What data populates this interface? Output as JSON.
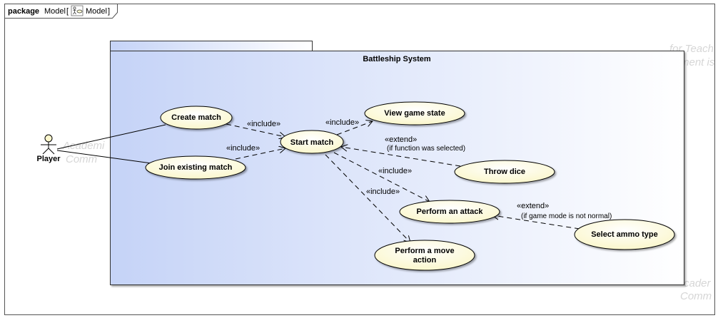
{
  "frame": {
    "keyword": "package",
    "name": "Model",
    "bracket_open": "[",
    "diagram_name": "Model",
    "bracket_close": "]"
  },
  "system": {
    "title": "Battleship System"
  },
  "actor": {
    "name": "Player"
  },
  "use_cases": {
    "create_match": "Create match",
    "join_match": "Join existing match",
    "start_match": "Start match",
    "view_state": "View game state",
    "throw_dice": "Throw dice",
    "perform_attack": "Perform an attack",
    "perform_move_line1": "Perform a move",
    "perform_move_line2": "action",
    "select_ammo": "Select ammo type"
  },
  "relations": {
    "include_create": "«include»",
    "include_join": "«include»",
    "include_view": "«include»",
    "include_attack": "«include»",
    "include_move": "«include»",
    "extend_dice": "«extend»",
    "extend_dice_condition": "(if function was selected)",
    "extend_ammo": "«extend»",
    "extend_ammo_condition": "(if game mode is not normal)"
  },
  "watermarks": {
    "right_top_1": "for Teach",
    "right_top_2": "ment is",
    "left_1": "Academi",
    "left_2": "Comm",
    "right_bottom_1": "cader",
    "right_bottom_2": "Comm"
  },
  "colors": {
    "package_gradient_left": "#c5d3f7",
    "package_gradient_right": "#ffffff",
    "usecase_fill": "#fdfbdc",
    "actor_fill": "#fcf7cd",
    "line": "#000000"
  }
}
